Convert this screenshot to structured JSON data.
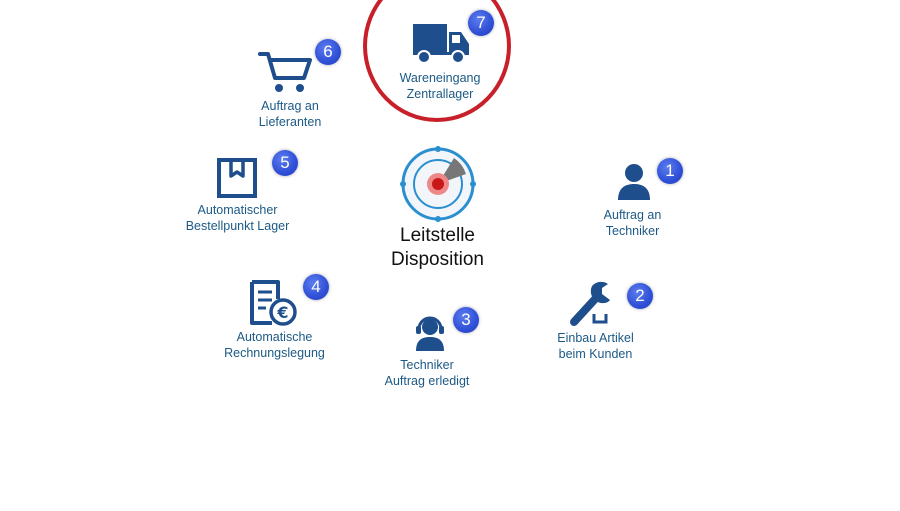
{
  "center": {
    "line1": "Leitstelle",
    "line2": "Disposition"
  },
  "nodes": [
    {
      "step": "1",
      "line1": "Auftrag an",
      "line2": "Techniker",
      "icon": "person-icon"
    },
    {
      "step": "2",
      "line1": "Einbau Artikel",
      "line2": "beim Kunden",
      "icon": "wrench-icon"
    },
    {
      "step": "3",
      "line1": "Techniker",
      "line2": "Auftrag erledigt",
      "icon": "headset-person-icon"
    },
    {
      "step": "4",
      "line1": "Automatische",
      "line2": "Rechnungslegung",
      "icon": "invoice-euro-icon"
    },
    {
      "step": "5",
      "line1": "Automatischer",
      "line2": "Bestellpunkt  Lager",
      "icon": "box-icon"
    },
    {
      "step": "6",
      "line1": "Auftrag an",
      "line2": "Lieferanten",
      "icon": "shopping-cart-icon"
    },
    {
      "step": "7",
      "line1": "Wareneingang",
      "line2": "Zentrallager",
      "icon": "truck-icon",
      "highlighted": true
    }
  ],
  "colors": {
    "icon": "#1f4e8c",
    "label": "#1c5a86",
    "badge": "#3352d8",
    "highlight_ring": "#c8202a"
  }
}
